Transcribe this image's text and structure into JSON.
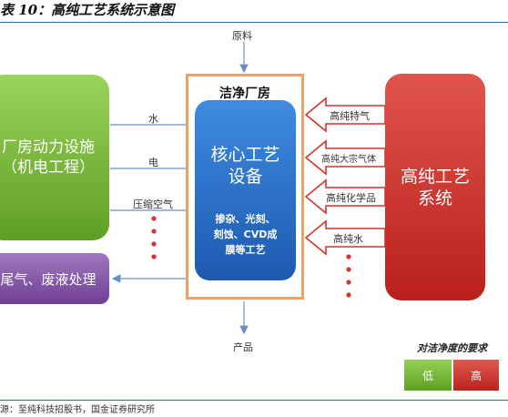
{
  "title": "表 10：高纯工艺系统示意图",
  "source": "源：至纯科技招股书，国金证券研究所",
  "top_input": "原料",
  "bottom_output": "产品",
  "left_box": {
    "line1": "厂房动力设施",
    "line2": "（机电工程）"
  },
  "utilities": [
    "水",
    "电",
    "压缩空气"
  ],
  "waste_box": "尾气、废液处理",
  "cleanroom": {
    "title": "洁净厂房",
    "core_line1": "核心工艺",
    "core_line2": "设备",
    "process_line1": "掺杂、光刻、",
    "process_line2": "刻蚀、CVD成",
    "process_line3": "膜等工艺"
  },
  "supplies": [
    "高纯特气",
    "高纯大宗气体",
    "高纯化学品",
    "高纯水"
  ],
  "right_box": {
    "line1": "高纯工艺",
    "line2": "系统"
  },
  "legend": {
    "title": "对洁净度的要求",
    "low": "低",
    "high": "高"
  },
  "colors": {
    "low": "#7cbf3c",
    "high": "#d3342e",
    "cleanroom_border": "#f0a065",
    "core": "#2f72c8",
    "waste": "#8a5aac"
  }
}
